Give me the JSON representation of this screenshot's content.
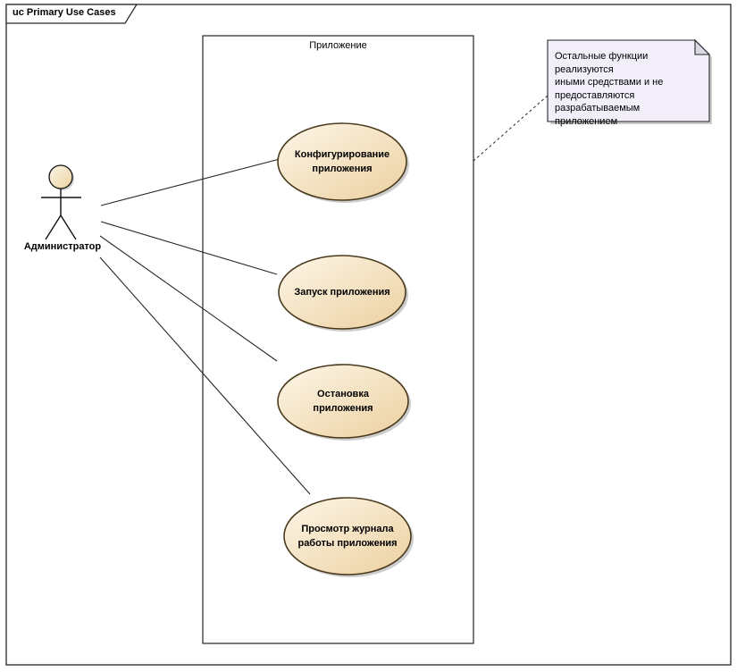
{
  "frame": {
    "tab_label": "uc Primary Use Cases"
  },
  "system_boundary": {
    "label": "Приложение"
  },
  "actor": {
    "label": "Администратор"
  },
  "use_cases": [
    {
      "label": "Конфигурирование\nприложения"
    },
    {
      "label": "Запуск приложения"
    },
    {
      "label": "Остановка\nприложения"
    },
    {
      "label": "Просмотр журнала\nработы приложения"
    }
  ],
  "note": {
    "text": "Остальные функции реализуются\nиными средствами и не\nпредоставляются\nразрабатываемым приложением"
  },
  "colors": {
    "diagram_border": "#262626",
    "line": "#262626",
    "ellipse_light": "#fdf6e7",
    "ellipse_dark": "#ecd0a0",
    "ellipse_stroke": "#4a3a1d",
    "note_fill": "#f2effa",
    "note_fold": "#d9d6e6",
    "shadow": "#c0c0c0",
    "text": "#000000"
  }
}
